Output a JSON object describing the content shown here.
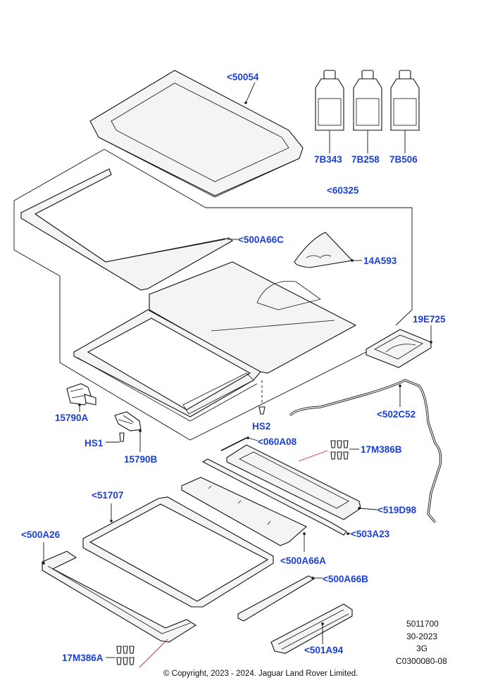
{
  "labels": {
    "p50054": "<50054",
    "p7B343": "7B343",
    "p7B258": "7B258",
    "p7B506": "7B506",
    "p60325": "<60325",
    "p500A66C": "<500A66C",
    "p14A593": "14A593",
    "p19E725": "19E725",
    "p502C52": "<502C52",
    "p15790A": "15790A",
    "pHS2": "HS2",
    "pHS1": "HS1",
    "p15790B": "15790B",
    "p060A08": "<060A08",
    "p17M386B": "17M386B",
    "p51707": "<51707",
    "p519D98": "<519D98",
    "p500A26": "<500A26",
    "p503A23": "<503A23",
    "p500A66A": "<500A66A",
    "p500A66B": "<500A66B",
    "p501A94": "<501A94",
    "p17M386A": "17M386A"
  },
  "info": {
    "line1": "5011700",
    "line2": "30-2023",
    "line3": "3G",
    "line4": "C0300080-08"
  },
  "copyright": "© Copyright, 2023 - 2024. Jaguar Land Rover Limited.",
  "colors": {
    "label": "#1a3fd6",
    "line": "#111111",
    "fastener_link": "#dd2222"
  }
}
